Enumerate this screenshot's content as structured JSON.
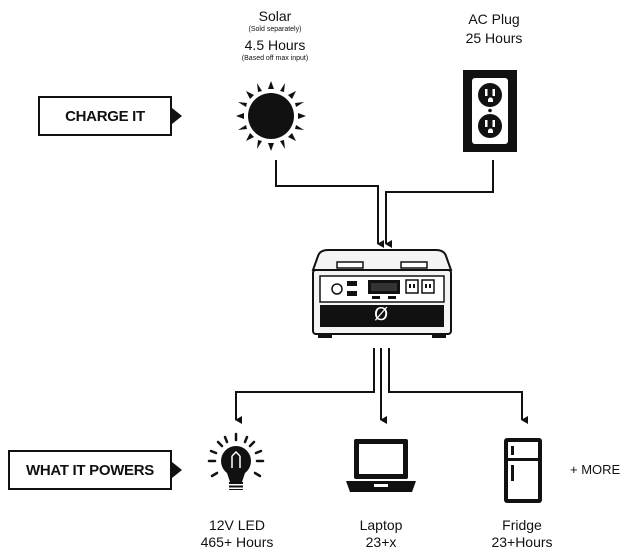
{
  "labels": {
    "charge_it": "CHARGE IT",
    "what_it_powers": "WHAT IT POWERS",
    "more": "+ MORE"
  },
  "inputs": {
    "solar": {
      "title": "Solar",
      "note": "(Sold separately)",
      "time": "4.5 Hours",
      "note2": "(Based off max input)"
    },
    "ac_plug": {
      "title": "AC Plug",
      "time": "25 Hours"
    }
  },
  "outputs": {
    "led": {
      "title": "12V LED",
      "time": "465+ Hours"
    },
    "laptop": {
      "title": "Laptop",
      "time": "23+x"
    },
    "fridge": {
      "title": "Fridge",
      "time": "23+Hours"
    }
  },
  "device": {
    "logo_glyph": "Ø"
  },
  "icons": [
    "sun-icon",
    "outlet-icon",
    "power-station-icon",
    "light-bulb-icon",
    "laptop-icon",
    "fridge-icon",
    "arrow-right-icon"
  ]
}
